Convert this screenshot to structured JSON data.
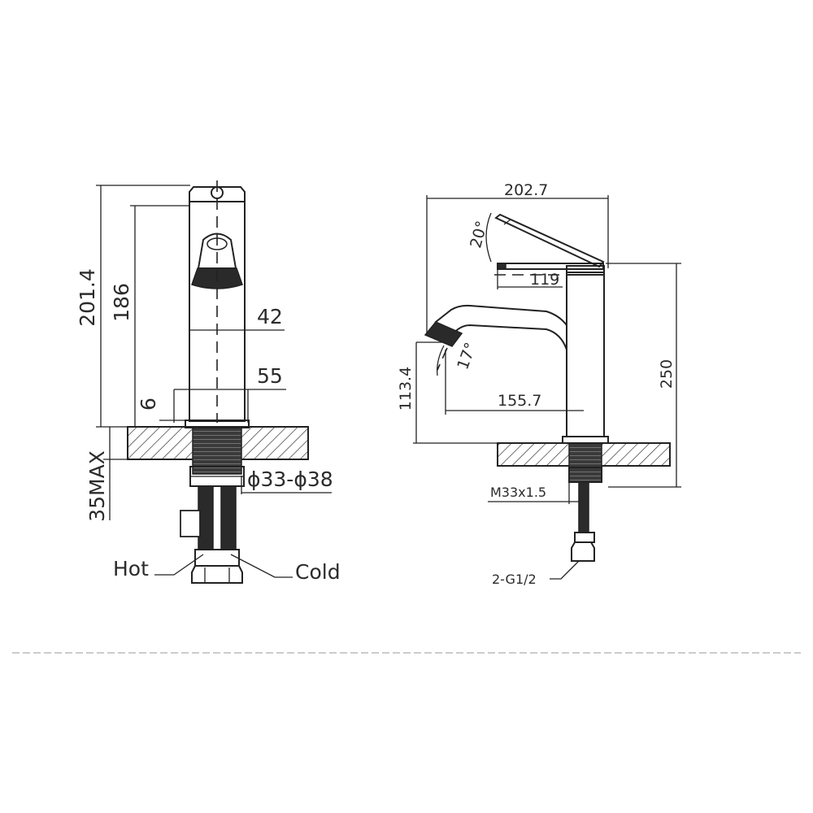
{
  "front_view": {
    "dims": {
      "total_height": "201.4",
      "spout_height": "186",
      "dim_42": "42",
      "dim_55": "55",
      "dim_6": "6",
      "counter_thickness": "35MAX",
      "hole_diameter": "ϕ33-ϕ38"
    },
    "labels": {
      "hot": "Hot",
      "cold": "Cold"
    }
  },
  "side_view": {
    "dims": {
      "total_width": "202.7",
      "lever_angle": "20°",
      "handle_length": "119",
      "spout_angle": "17°",
      "outlet_height": "113.4",
      "spout_reach": "155.7",
      "total_height": "250",
      "thread": "M33x1.5",
      "connection": "2-G1/2"
    }
  }
}
